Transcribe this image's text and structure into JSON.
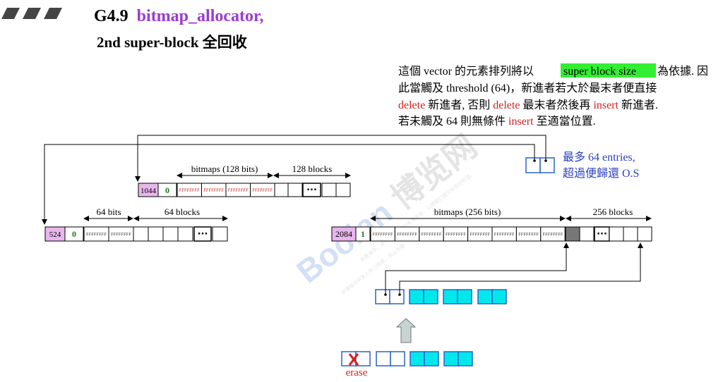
{
  "title": {
    "prefix": "G4.9",
    "name": "bitmap_allocator,",
    "subtitle": "2nd super-block 全回收"
  },
  "note": {
    "line1_pre": "這個 vector 的元素排列將以",
    "line1_highlight": "super block size",
    "line1_post": "為依據. 因",
    "line2": "此當觸及 threshold (64)，新進者若大於最末者便直接",
    "line3_kw1": "delete",
    "line3_mid": " 新進者, 否則 ",
    "line3_kw2": "delete",
    "line3_mid2": " 最末者然後再 ",
    "line3_kw3": "insert",
    "line3_post": " 新進者.",
    "line4_pre": "若未觸及 64 則無條件 ",
    "line4_kw": "insert",
    "line4_post": " 至適當位置."
  },
  "side_note": {
    "line1": "最多 64 entries,",
    "line2": "超過便歸還 O.S"
  },
  "superblocks": [
    {
      "size": "1044",
      "use": "0",
      "bitmaps_label": "bitmaps (128 bits)",
      "blocks_label": "128 blocks",
      "bitmap_word": "FFFFFFFF",
      "ellipsis": "···"
    },
    {
      "size": "524",
      "use": "0",
      "bitmaps_label": "64 bits",
      "blocks_label": "64 blocks",
      "bitmap_word": "FFFFFFFF",
      "ellipsis": "···"
    },
    {
      "size": "2084",
      "use": "1",
      "bitmaps_label": "bitmaps (256 bits)",
      "blocks_label": "256 blocks",
      "bitmap_word": "FFFFFFFF",
      "ellipsis": "···"
    }
  ],
  "erase_label": "erase",
  "watermark": {
    "brand": "Boolan",
    "cn": "博览网",
    "small1": "你要保存，请保存与清理所有者联系，以便我们提交给您的权益。",
    "small2": "本课程仅供本人学习使用，禁止传播"
  },
  "colors": {
    "title_accent": "#9a3bd0",
    "highlight_green": "#33ee33",
    "keyword_red": "#d42020",
    "side_note_blue": "#2a3fc0",
    "header_pink": "#e8b6ec",
    "vector_blue": "#2a62c8",
    "cyan_fill": "#00e8ec",
    "bitmap_red": "#d42020"
  }
}
